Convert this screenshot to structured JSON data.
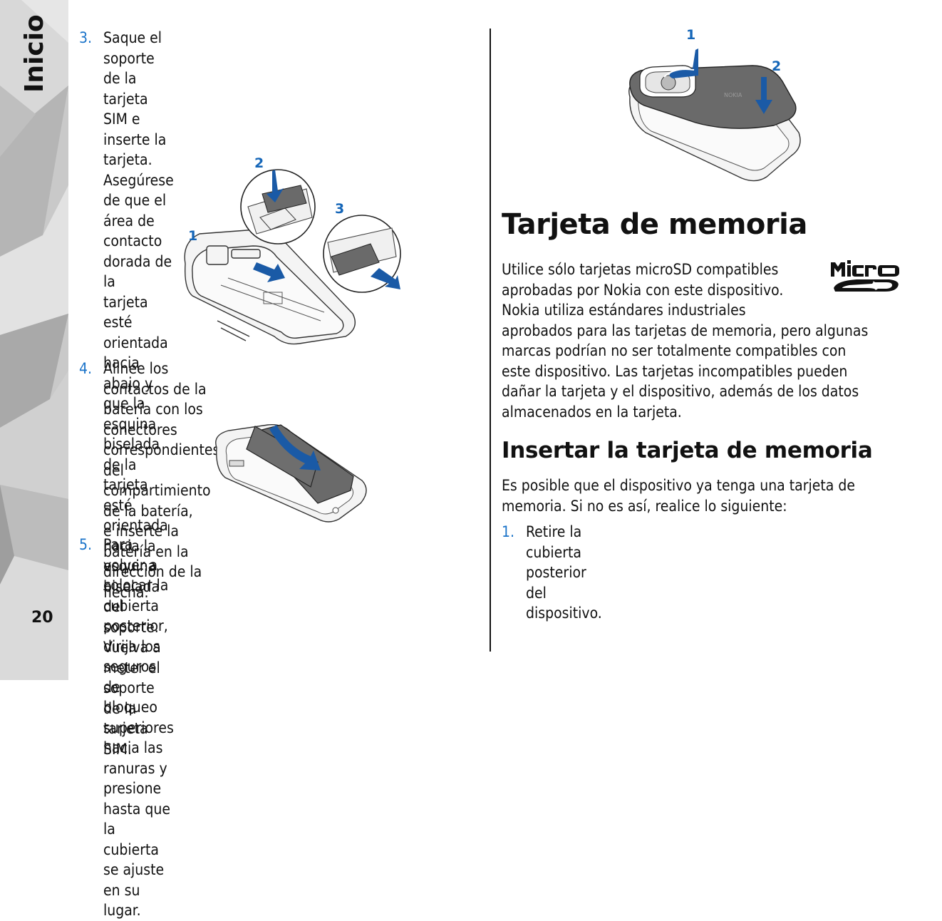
{
  "sidebar": {
    "section_title": "Inicio",
    "page_number": "20"
  },
  "left_column": {
    "steps": [
      {
        "number": "3.",
        "lines": [
          "Saque el soporte de la tarjeta SIM e inserte la tarjeta.",
          "Asegúrese de que el área de contacto dorada de la",
          "tarjeta esté orientada hacia abajo y que la esquina",
          "biselada de la tarjeta esté orientada hacia la",
          "esquina biselada del soporte. Vuelva a meter el",
          "soporte de la tarjeta SIM."
        ]
      },
      {
        "number": "4.",
        "lines": [
          "Alinee los contactos de la batería con los conectores",
          "correspondientes del compartimiento de la batería,",
          "e inserte la batería en la dirección de la flecha."
        ]
      },
      {
        "number": "5.",
        "lines": [
          "Para volver a colocar la cubierta posterior, dirija los",
          "seguros de bloqueo superiores hacia las ranuras y",
          "presione hasta que la cubierta se ajuste en su lugar."
        ]
      }
    ],
    "sim_figure_labels": {
      "one": "1",
      "two": "2",
      "three": "3"
    }
  },
  "right_column": {
    "cover_figure_labels": {
      "one": "1",
      "two": "2"
    },
    "heading": "Tarjeta de memoria",
    "intro_lines": [
      "Utilice sólo tarjetas microSD compatibles",
      "aprobadas por Nokia con este dispositivo.",
      "Nokia utiliza estándares industriales",
      "aprobados para las tarjetas de memoria, pero algunas",
      "marcas podrían no ser totalmente compatibles con",
      "este dispositivo. Las tarjetas incompatibles pueden",
      "dañar la tarjeta y el dispositivo, además de los datos",
      "almacenados en la tarjeta."
    ],
    "logo_text": "microSD",
    "subheading": "Insertar la tarjeta de memoria",
    "sub_lines": [
      "Es posible que el dispositivo ya tenga una tarjeta de",
      "memoria. Si no es así, realice lo siguiente:"
    ],
    "step": {
      "number": "1.",
      "text": "Retire la cubierta posterior del dispositivo."
    }
  },
  "colors": {
    "accent_blue": "#1a73c9",
    "arrow_blue": "#1a5aa6",
    "text": "#111111"
  }
}
